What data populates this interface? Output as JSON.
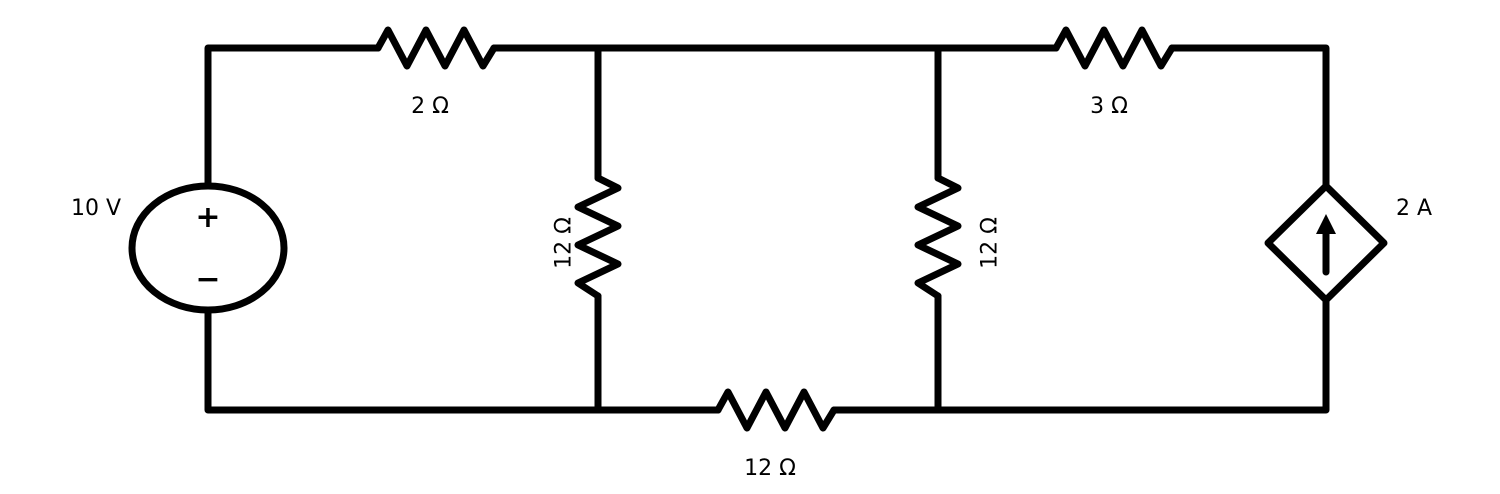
{
  "voltage_source": {
    "label": "10 V",
    "plus": "+",
    "minus": "−"
  },
  "current_source": {
    "label": "2 A",
    "icon": "up-arrow-icon"
  },
  "resistors": {
    "r_top_left": "2 Ω",
    "r_top_right": "3 Ω",
    "r_mid_left": "12 Ω",
    "r_mid_right": "12 Ω",
    "r_bottom": "12 Ω"
  }
}
